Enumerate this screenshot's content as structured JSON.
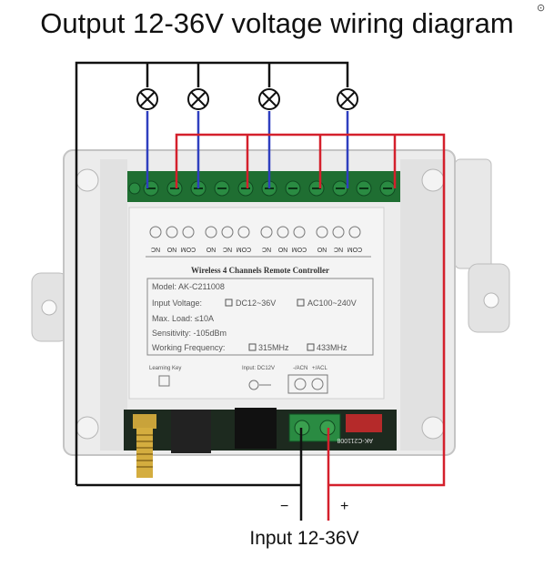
{
  "title": "Output 12-36V voltage wiring diagram",
  "corner_icon": "lens-icon",
  "terminal_labels": [
    "NC",
    "NO",
    "COM",
    "NO",
    "NC",
    "COM",
    "NC",
    "NO",
    "COM",
    "NO",
    "NC",
    "COM"
  ],
  "label_panel": {
    "heading": "Wireless 4 Channels Remote Controller",
    "model": "Model:  AK-C211008",
    "input_voltage": "Input Voltage:",
    "dc_option": "DC12~36V",
    "ac_option": "AC100~240V",
    "max_load": "Max. Load:  ≤10A",
    "sensitivity": "Sensitivity:  -105dBm",
    "frequency": "Working Frequency:",
    "freq_1": "315MHz",
    "freq_2": "433MHz",
    "learning_key": "Learning Key",
    "input_dc": "Input: DC12V",
    "acn": "-/ACN",
    "acl": "+/ACL"
  },
  "pcb_text": "AK-C211008",
  "minus": "−",
  "plus": "+",
  "input_label": "Input 12-36V",
  "colors": {
    "blue_wire": "#2f3fbf",
    "red_wire": "#d4202c",
    "black_wire": "#111111",
    "green_terminal": "#1f8a3a",
    "case": "#ececec"
  }
}
